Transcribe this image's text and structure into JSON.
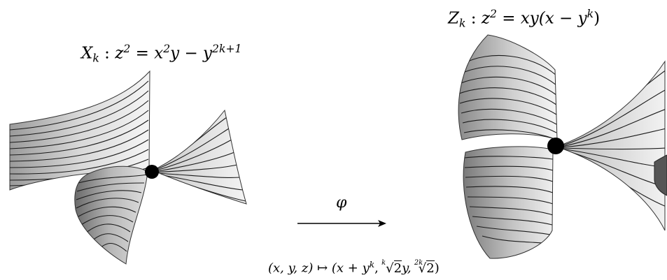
{
  "left_surface": {
    "name": "X_k",
    "label_parts": {
      "name": "X",
      "sub": "k",
      "sep": " : ",
      "lhs": "z",
      "lhs_exp": "2",
      "eq": " = ",
      "t1": "x",
      "t1_exp": "2",
      "t2": "y − y",
      "t2_exp": "2k+1"
    }
  },
  "right_surface": {
    "name": "Z_k",
    "label_parts": {
      "name": "Z",
      "sub": "k",
      "sep": " : ",
      "lhs": "z",
      "lhs_exp": "2",
      "eq": " = ",
      "body": "xy(x − y",
      "body_exp": "k",
      "close": ")"
    }
  },
  "arrow": {
    "label": "φ"
  },
  "mapping": {
    "lhs": "(x, y, z) ↦ (x + y",
    "lhs_exp": "k",
    "mid": ", ",
    "root1_index": "k",
    "root1_arg": "2",
    "after_root1": "y, ",
    "root2_index": "2k",
    "root2_arg": "2",
    "close": ")"
  },
  "colors": {
    "surface_light": "#f2f2f2",
    "surface_mid": "#bdbdbd",
    "surface_dark": "#6e6e6e",
    "contour": "#1a1a1a",
    "point": "#000000"
  }
}
